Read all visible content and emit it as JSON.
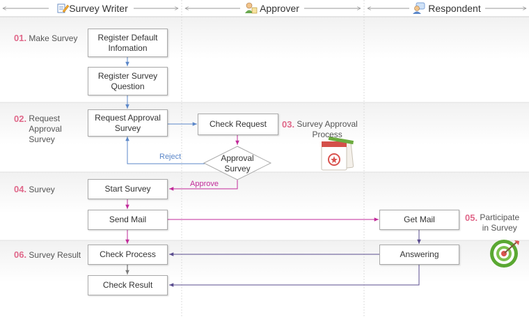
{
  "lanes": {
    "survey_writer": "Survey Writer",
    "approver": "Approver",
    "respondent": "Respondent"
  },
  "steps": {
    "s01": {
      "num": "01.",
      "text": "Make Survey"
    },
    "s02": {
      "num": "02.",
      "text": "Request\nApproval\nSurvey"
    },
    "s03": {
      "num": "03.",
      "text": "Survey Approval\nProcess"
    },
    "s04": {
      "num": "04.",
      "text": "Survey"
    },
    "s05": {
      "num": "05.",
      "text": "Participate\nin Survey"
    },
    "s06": {
      "num": "06.",
      "text": "Survey Result"
    }
  },
  "boxes": {
    "register_default": "Register Default\nInfomation",
    "register_question": "Register Survey\nQuestion",
    "request_approval": "Request Approval\nSurvey",
    "check_request": "Check Request",
    "approval_survey": "Approval\nSurvey",
    "start_survey": "Start Survey",
    "send_mail": "Send Mail",
    "get_mail": "Get Mail",
    "check_process": "Check Process",
    "answering": "Answering",
    "check_result": "Check Result"
  },
  "flow_labels": {
    "reject": "Reject",
    "approve": "Approve"
  },
  "colors": {
    "blue_flow": "#5b87c9",
    "magenta_flow": "#c12a99",
    "purple_flow": "#5a4c8f",
    "gray_flow": "#555555",
    "step_number": "#e0688a"
  },
  "icons": {
    "survey_writer": "writer-icon",
    "approver": "approver-icon",
    "respondent": "respondent-icon",
    "approval_doc": "approval-document-icon",
    "target": "target-icon"
  }
}
